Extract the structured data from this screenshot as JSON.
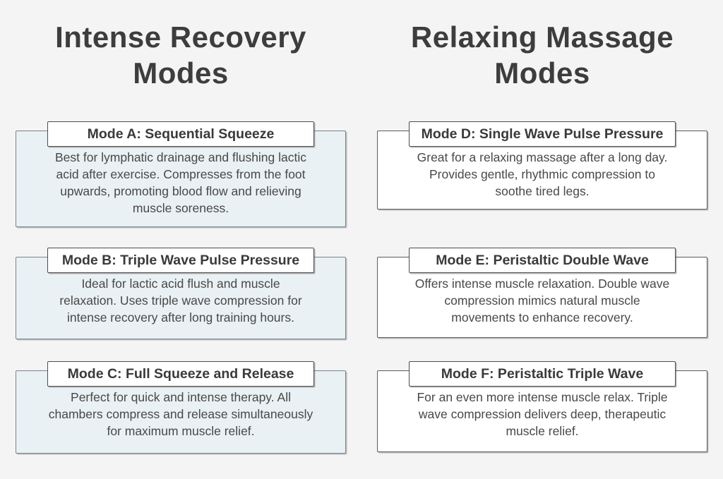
{
  "page": {
    "type": "product-feature-infographic",
    "background_color": "#f5f4f5"
  },
  "colors": {
    "heading_text": "#3d3d3d",
    "title_box_background": "#ffffff",
    "title_box_border": "#4c4c4c",
    "left_body_background": "#e9f1f4",
    "left_body_border": "#75848b",
    "right_body_background": "#ffffff",
    "right_body_border": "#5c5c5c",
    "body_text": "#484848"
  },
  "columns": [
    {
      "heading": "Intense Recovery\nModes",
      "cards": [
        {
          "title": "Mode A: Sequential Squeeze",
          "description": "Best for lymphatic drainage and flushing lactic\nacid after exercise. Compresses from the foot\nupwards, promoting blood flow and relieving\nmuscle soreness."
        },
        {
          "title": "Mode B: Triple Wave Pulse Pressure",
          "description": "Ideal for lactic acid flush and muscle\nrelaxation. Uses triple wave compression for\nintense recovery after long training hours."
        },
        {
          "title": "Mode C: Full Squeeze and Release",
          "description": "Perfect for quick and intense therapy. All\nchambers compress and release simultaneously\nfor maximum muscle relief."
        }
      ]
    },
    {
      "heading": "Relaxing Massage\nModes",
      "cards": [
        {
          "title": "Mode D: Single Wave Pulse Pressure",
          "description": "Great for a relaxing massage after a long day.\nProvides gentle, rhythmic compression to\nsoothe tired legs."
        },
        {
          "title": "Mode E: Peristaltic Double Wave",
          "description": "Offers intense muscle relaxation. Double wave\ncompression mimics natural muscle\nmovements to enhance recovery."
        },
        {
          "title": "Mode F: Peristaltic Triple Wave",
          "description": "For an even more intense muscle relax. Triple\nwave compression delivers deep, therapeutic\nmuscle relief."
        }
      ]
    }
  ]
}
